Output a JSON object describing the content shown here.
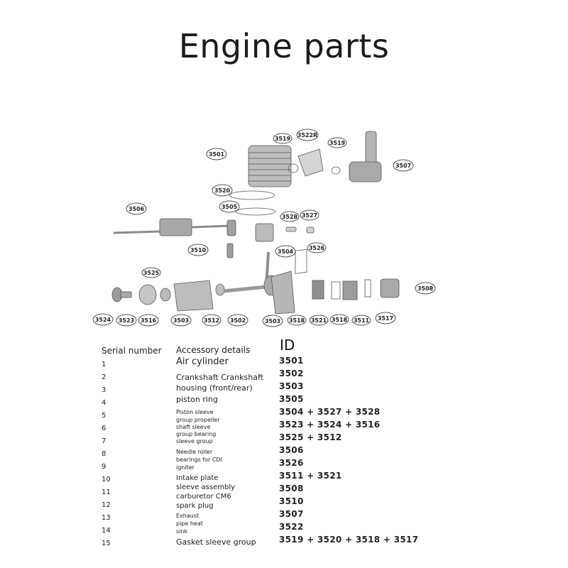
{
  "title": "Engine parts",
  "diagram": {
    "labels": [
      "3501",
      "3519",
      "3522R",
      "3519",
      "3507",
      "3520",
      "3505",
      "3528",
      "3527",
      "3506",
      "3504",
      "3526",
      "3510",
      "3525",
      "3524",
      "3523",
      "3516",
      "3503",
      "3512",
      "3502",
      "3503",
      "3518",
      "3521",
      "3518",
      "3511",
      "3517",
      "3508"
    ]
  },
  "table": {
    "headers": {
      "serial": "Serial number",
      "details": "Accessory details",
      "id": "ID"
    },
    "serials": [
      "1",
      "2",
      "3",
      "4",
      "5",
      "6",
      "7",
      "8",
      "9",
      "10",
      "11",
      "12",
      "13",
      "14",
      "15"
    ],
    "details": [
      "Air cylinder",
      "Crankshaft Crankshaft",
      "housing (front/rear)",
      "piston ring",
      "Piston sleeve",
      "group propeller",
      "shaft sleeve",
      "group bearing",
      "sleeve group",
      "Needle roller",
      "bearings for CDI",
      "igniter",
      "Intake plate",
      "sleeve assembly",
      "carburetor CM6",
      "spark plug",
      "Exhaust",
      "pipe heat",
      "sink",
      "Gasket sleeve group"
    ],
    "ids": [
      "3501",
      "3502",
      "3503",
      "3505",
      "3504 + 3527 + 3528",
      "3523 + 3524 + 3516",
      "3525 + 3512",
      "3506",
      "3526",
      "3511 + 3521",
      "3508",
      "3510",
      "3507",
      "3522",
      "3519 + 3520 + 3518 + 3517"
    ]
  }
}
